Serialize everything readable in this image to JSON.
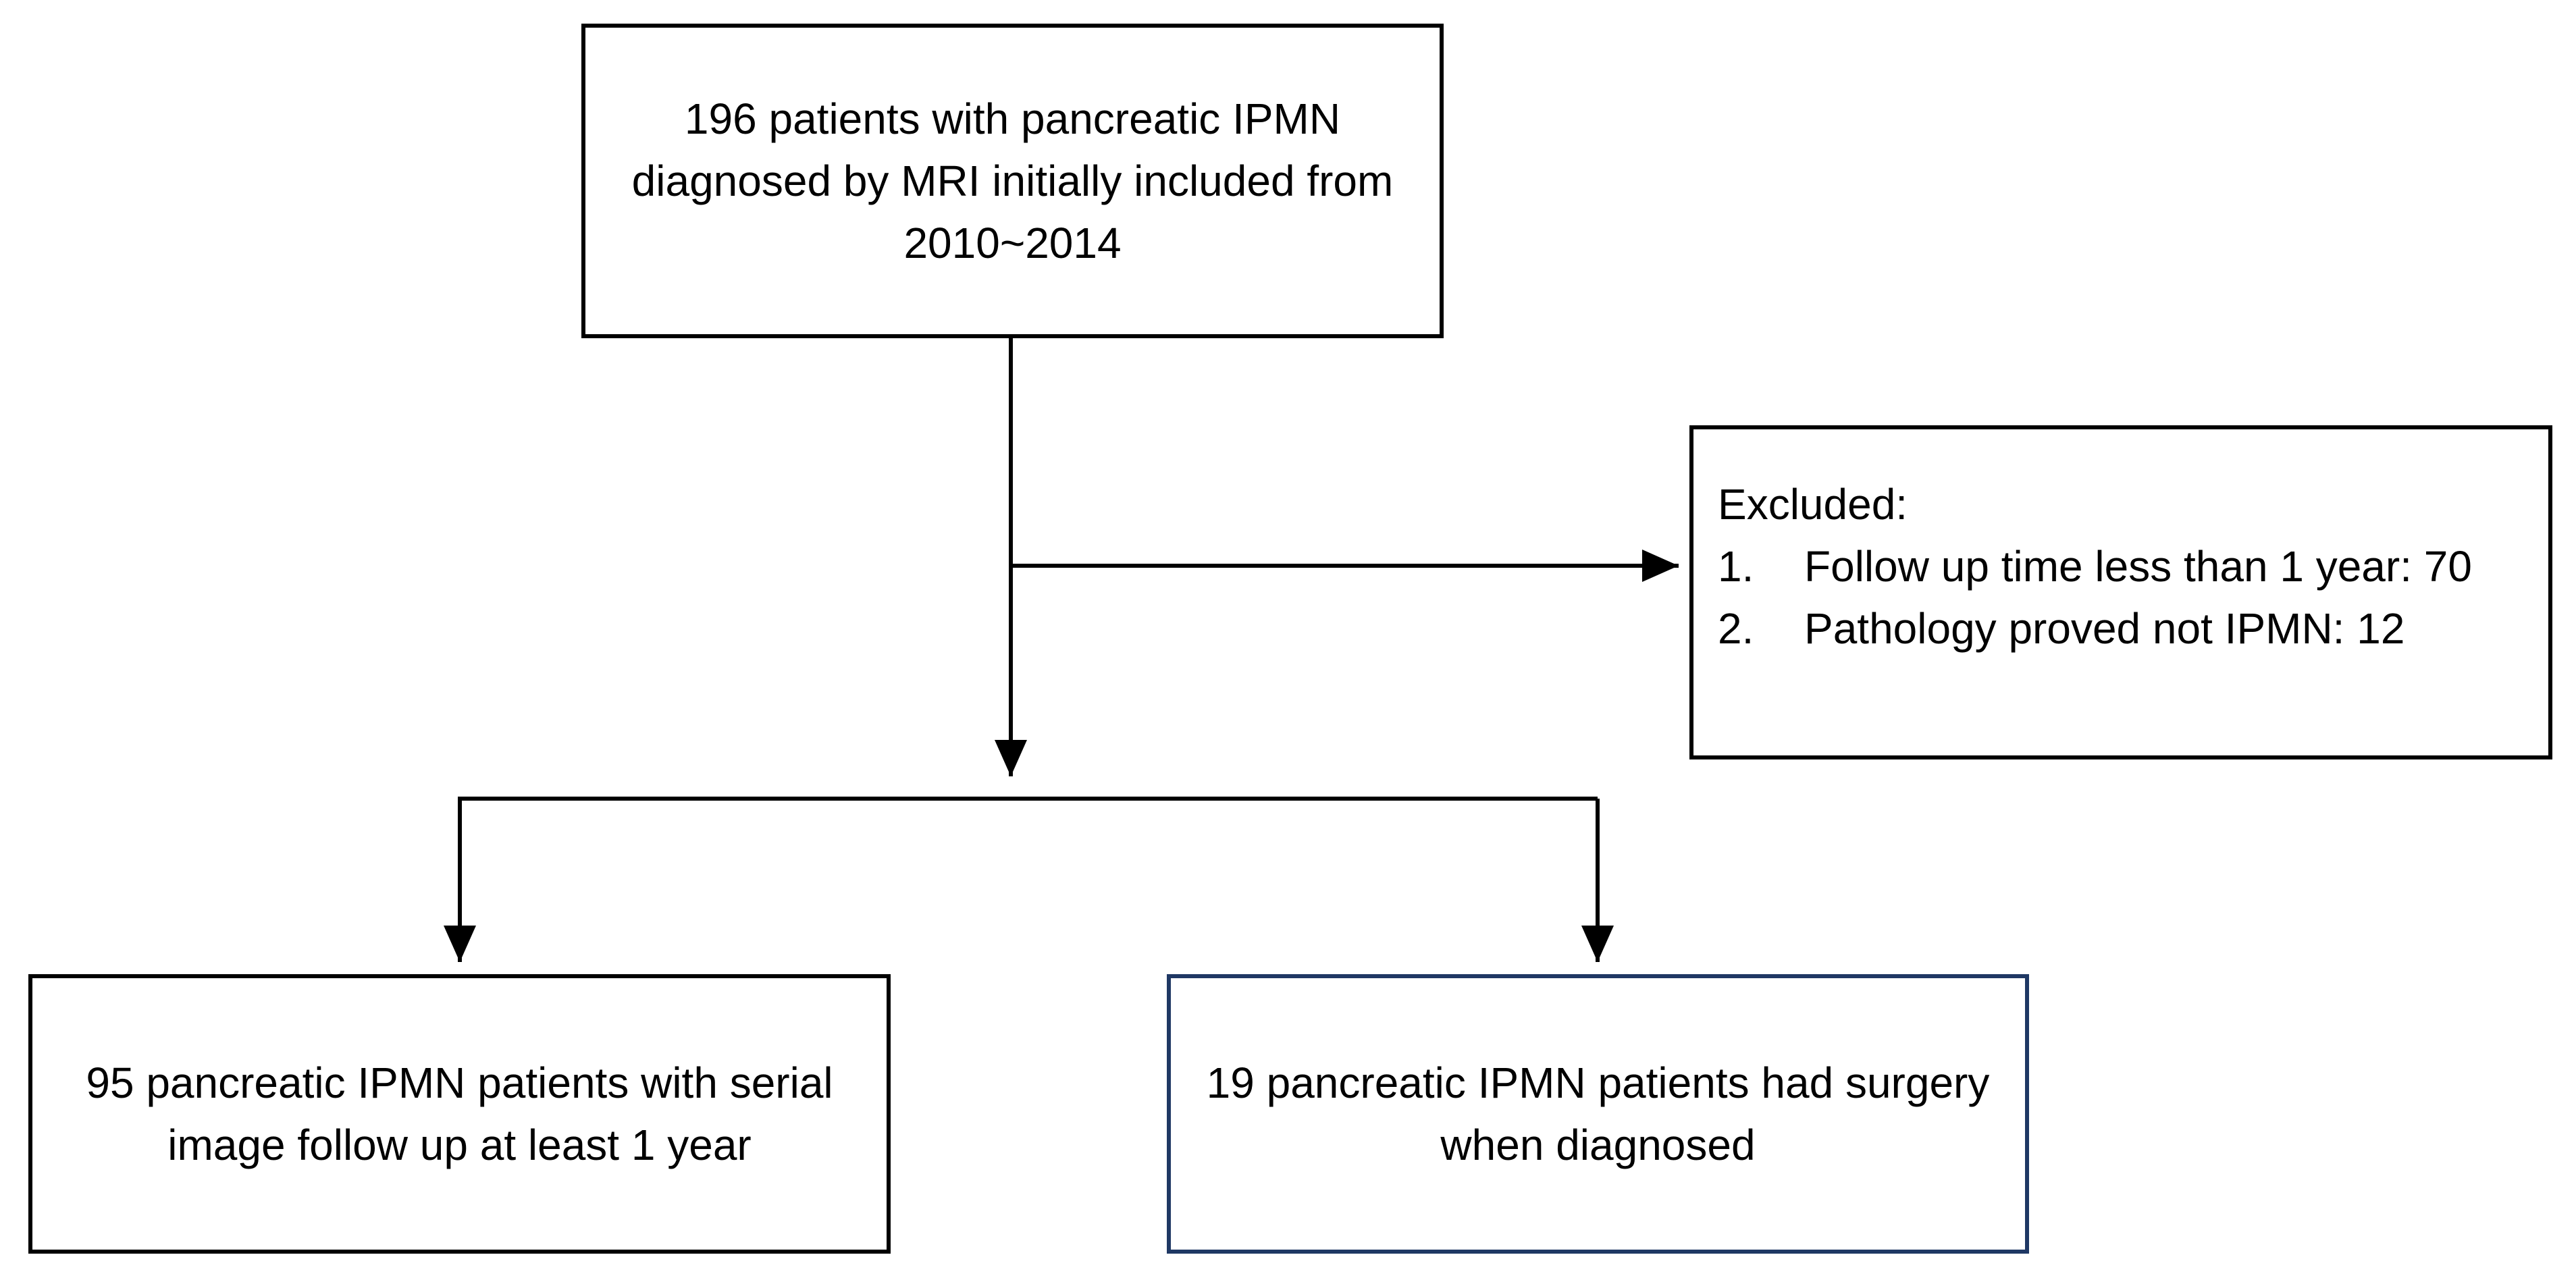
{
  "nodes": {
    "top": {
      "text": "196 patients with pancreatic IPMN diagnosed by MRI initially included from 2010~2014"
    },
    "excluded": {
      "title": "Excluded:",
      "items": [
        {
          "num": "1.",
          "text": "Follow up time less than 1 year: 70"
        },
        {
          "num": "2.",
          "text": "Pathology proved not IPMN: 12"
        }
      ]
    },
    "bottom_left": {
      "text": "95 pancreatic IPMN patients with serial image follow up at least 1 year"
    },
    "bottom_right": {
      "text": "19 pancreatic IPMN patients had surgery when diagnosed"
    }
  },
  "colors": {
    "line": "#000000",
    "box_border": "#000000",
    "box_border_highlight": "#1f3864",
    "background": "#ffffff"
  }
}
